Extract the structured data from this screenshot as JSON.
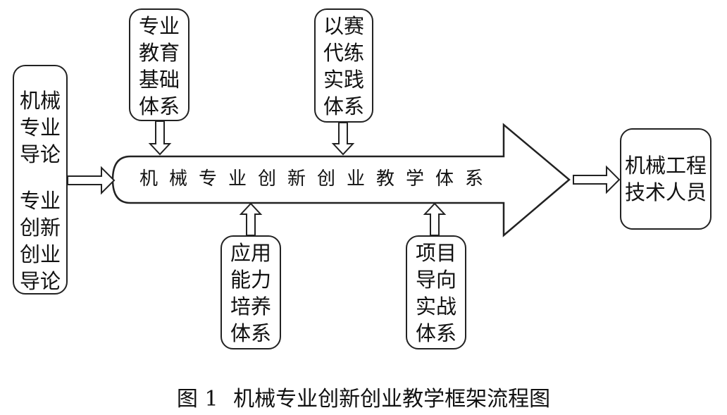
{
  "diagram": {
    "left_box": {
      "group1": [
        "机械",
        "专业",
        "导论"
      ],
      "group2": [
        "专业",
        "创新",
        "创业",
        "导论"
      ]
    },
    "top_boxes": [
      {
        "lines": [
          "专业",
          "教育",
          "基础",
          "体系"
        ]
      },
      {
        "lines": [
          "以赛",
          "代练",
          "实践",
          "体系"
        ]
      }
    ],
    "bottom_boxes": [
      {
        "lines": [
          "应用",
          "能力",
          "培养",
          "体系"
        ]
      },
      {
        "lines": [
          "项目",
          "导向",
          "实战",
          "体系"
        ]
      }
    ],
    "main_arrow_label": "机械专业创新创业教学体系",
    "right_box": {
      "lines": [
        "机械工程",
        "技术人员"
      ]
    },
    "caption": {
      "figure_no": "图 1",
      "title": "机械专业创新创业教学框架流程图"
    }
  }
}
